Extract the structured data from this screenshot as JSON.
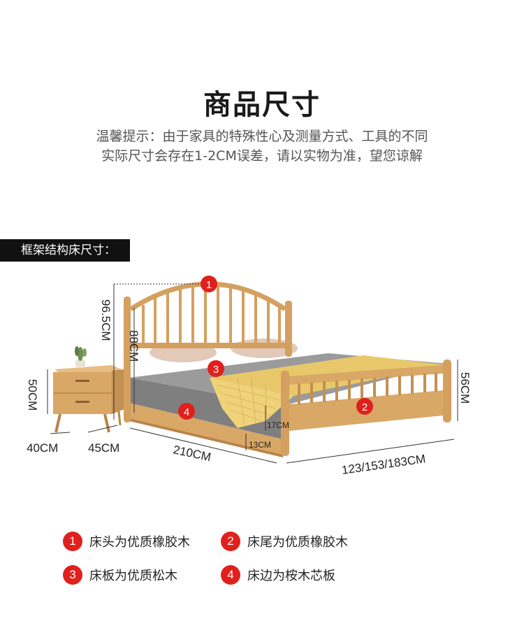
{
  "header": {
    "title": "商品尺寸",
    "tip_line1": "温馨提示：由于家具的特殊性心及测量方式、工具的不同",
    "tip_line2": "实际尺寸会存在1-2CM误差，请以实物为准，望您谅解"
  },
  "section": {
    "label": "框架结构床尺寸："
  },
  "dimensions": {
    "headboard_height": "96.5CM",
    "headboard_inner": "88CM",
    "nightstand_height": "50CM",
    "nightstand_depth": "40CM",
    "nightstand_width": "45CM",
    "bed_length": "210CM",
    "bed_width": "123/153/183CM",
    "footboard_height": "56CM",
    "side_rail_height": "17CM",
    "leg_clearance": "13CM"
  },
  "markers": [
    "1",
    "2",
    "3",
    "4"
  ],
  "legend": [
    {
      "num": "1",
      "text": "床头为优质橡胶木"
    },
    {
      "num": "2",
      "text": "床尾为优质橡胶木"
    },
    {
      "num": "3",
      "text": "床板为优质松木"
    },
    {
      "num": "4",
      "text": "床边为桉木芯板"
    }
  ],
  "colors": {
    "marker_red": "#e0201c",
    "wood": "#d9a766",
    "wood_dark": "#b98448",
    "blanket_yellow": "#e8c86a",
    "bedding_gray": "#8c8c8c"
  }
}
